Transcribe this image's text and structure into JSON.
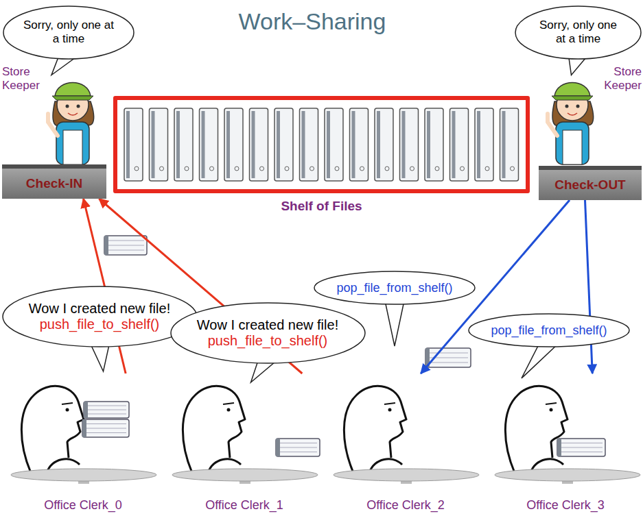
{
  "diagram": {
    "title": "Work–Sharing",
    "nodes": [
      {
        "text": [
          "Sorry, only one at a time"
        ]
      },
      {
        "text": [
          "Store Keeper",
          "Check-IN"
        ]
      },
      {
        "text": [
          "Shelf of Files"
        ]
      },
      {
        "text": [
          "Sorry, only one at a time"
        ]
      },
      {
        "text": [
          "Store Keeper",
          "Check-OUT"
        ]
      },
      {
        "text": [
          "Wow I created new file!",
          "push_file_to_shelf()"
        ]
      },
      {
        "text": [
          "Wow I created new file!",
          "push_file_to_shelf()"
        ]
      },
      {
        "text": [
          "pop_file_from_shelf()"
        ]
      },
      {
        "text": [
          "pop_file_from_shelf()"
        ]
      },
      {
        "text": [
          "Office Clerk_0"
        ]
      },
      {
        "text": [
          "Office Clerk_1"
        ]
      },
      {
        "text": [
          "Office Clerk_2"
        ]
      },
      {
        "text": [
          "Office Clerk_3"
        ]
      }
    ],
    "edges": [
      {
        "from": 9,
        "to": 1,
        "arrow": "to"
      },
      {
        "from": 10,
        "to": 1,
        "arrow": "to"
      },
      {
        "from": 4,
        "to": 11,
        "arrow": "to"
      },
      {
        "from": 4,
        "to": 12,
        "arrow": "to"
      }
    ]
  }
}
